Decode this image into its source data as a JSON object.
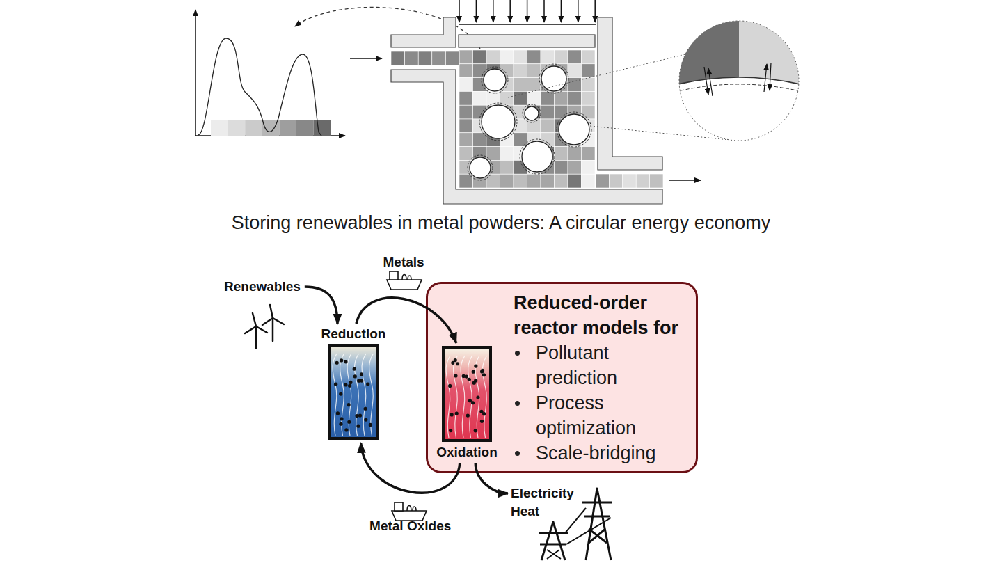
{
  "diagram": {
    "title": "Storing renewables in metal powders: A circular energy economy",
    "nodes": [
      {
        "text": [
          "Renewables"
        ]
      },
      {
        "text": [
          "Reduction"
        ]
      },
      {
        "text": [
          "Reduced-order reactor models for",
          "Pollutant prediction",
          "Process optimization",
          "Scale-bridging"
        ]
      },
      {
        "text": [
          "Oxidation"
        ],
        "in": 2
      },
      {
        "text": [
          "Electricity Heat"
        ]
      }
    ],
    "edges": [
      {
        "from": 0,
        "to": 1,
        "arrow": "to"
      },
      {
        "from": 1,
        "to": 3,
        "label": "Metals",
        "arrow": "to"
      },
      {
        "from": 3,
        "to": 1,
        "label": "Metal Oxides",
        "arrow": "to"
      },
      {
        "from": 3,
        "to": 4,
        "arrow": "to"
      }
    ]
  }
}
